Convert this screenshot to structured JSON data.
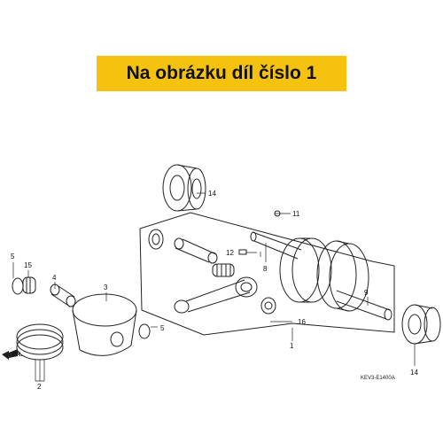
{
  "banner": {
    "text": "Na obrázku díl číslo 1"
  },
  "diagram": {
    "code": "KEV3-E1400A",
    "direction_label": "FR.",
    "callouts": [
      "1",
      "2",
      "3",
      "4",
      "5",
      "5",
      "8",
      "9",
      "11",
      "12",
      "14",
      "14",
      "15",
      "16"
    ]
  },
  "colors": {
    "banner_bg": "#f5c30f",
    "line": "#222222"
  }
}
